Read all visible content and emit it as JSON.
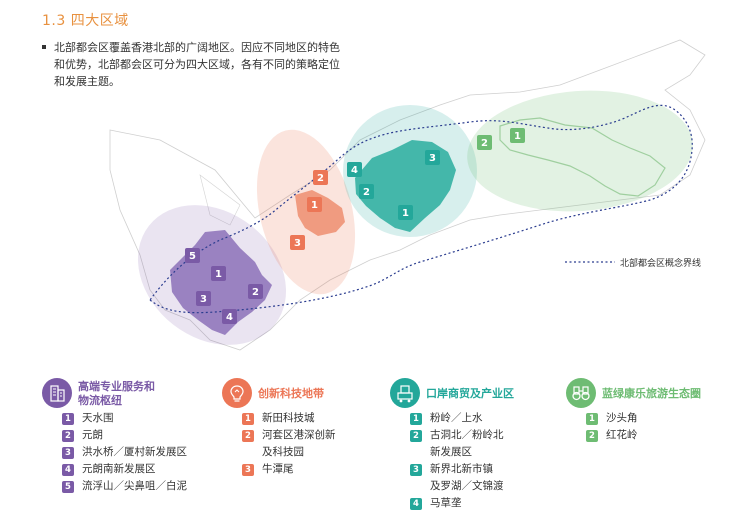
{
  "heading": "1.3 四大区域",
  "intro_lines": [
    "北部都会区覆盖香港北部的广阔地区。因应不同地区的特色",
    "和优势，北部都会区可分为四大区域，各有不同的策略定位",
    "和发展主题。"
  ],
  "legend": {
    "boundary_label": "北部都会区概念界线"
  },
  "colors": {
    "purple": "#7a5aa6",
    "orange": "#ec7656",
    "teal": "#23a79a",
    "green": "#6ebc73",
    "title": "#e8913f",
    "boundary": "#2a3c8f"
  },
  "regions": [
    {
      "name": "高端专业服务和物流枢纽",
      "name_lines": [
        "高端专业服务和",
        "物流枢纽"
      ],
      "icon": "building-icon",
      "color": "#7a5aa6",
      "items": [
        {
          "num": "1",
          "lines": [
            "天水围"
          ]
        },
        {
          "num": "2",
          "lines": [
            "元朗"
          ]
        },
        {
          "num": "3",
          "lines": [
            "洪水桥／厦村新发展区"
          ]
        },
        {
          "num": "4",
          "lines": [
            "元朗南新发展区"
          ]
        },
        {
          "num": "5",
          "lines": [
            "流浮山／尖鼻咀／白泥"
          ]
        }
      ]
    },
    {
      "name": "创新科技地带",
      "name_lines": [
        "创新科技地带"
      ],
      "icon": "lightbulb-icon",
      "color": "#ec7656",
      "items": [
        {
          "num": "1",
          "lines": [
            "新田科技城"
          ]
        },
        {
          "num": "2",
          "lines": [
            "河套区港深创新",
            "及科技园"
          ]
        },
        {
          "num": "3",
          "lines": [
            "牛潭尾"
          ]
        }
      ]
    },
    {
      "name": "口岸商贸及产业区",
      "name_lines": [
        "口岸商贸及产业区"
      ],
      "icon": "port-icon",
      "color": "#23a79a",
      "items": [
        {
          "num": "1",
          "lines": [
            "粉岭／上水"
          ]
        },
        {
          "num": "2",
          "lines": [
            "古洞北／粉岭北",
            "新发展区"
          ]
        },
        {
          "num": "3",
          "lines": [
            "新界北新市镇",
            "及罗湖／文锦渡"
          ]
        },
        {
          "num": "4",
          "lines": [
            "马草垄"
          ]
        }
      ]
    },
    {
      "name": "蓝绿康乐旅游生态圈",
      "name_lines": [
        "蓝绿康乐旅游生态圈"
      ],
      "icon": "binoculars-icon",
      "color": "#6ebc73",
      "items": [
        {
          "num": "1",
          "lines": [
            "沙头角"
          ]
        },
        {
          "num": "2",
          "lines": [
            "红花岭"
          ]
        }
      ]
    }
  ],
  "map_badges": {
    "purple": [
      "1",
      "2",
      "3",
      "4",
      "5"
    ],
    "orange": [
      "1",
      "2",
      "3"
    ],
    "teal": [
      "1",
      "2",
      "3",
      "4"
    ],
    "green": [
      "1",
      "2"
    ]
  }
}
